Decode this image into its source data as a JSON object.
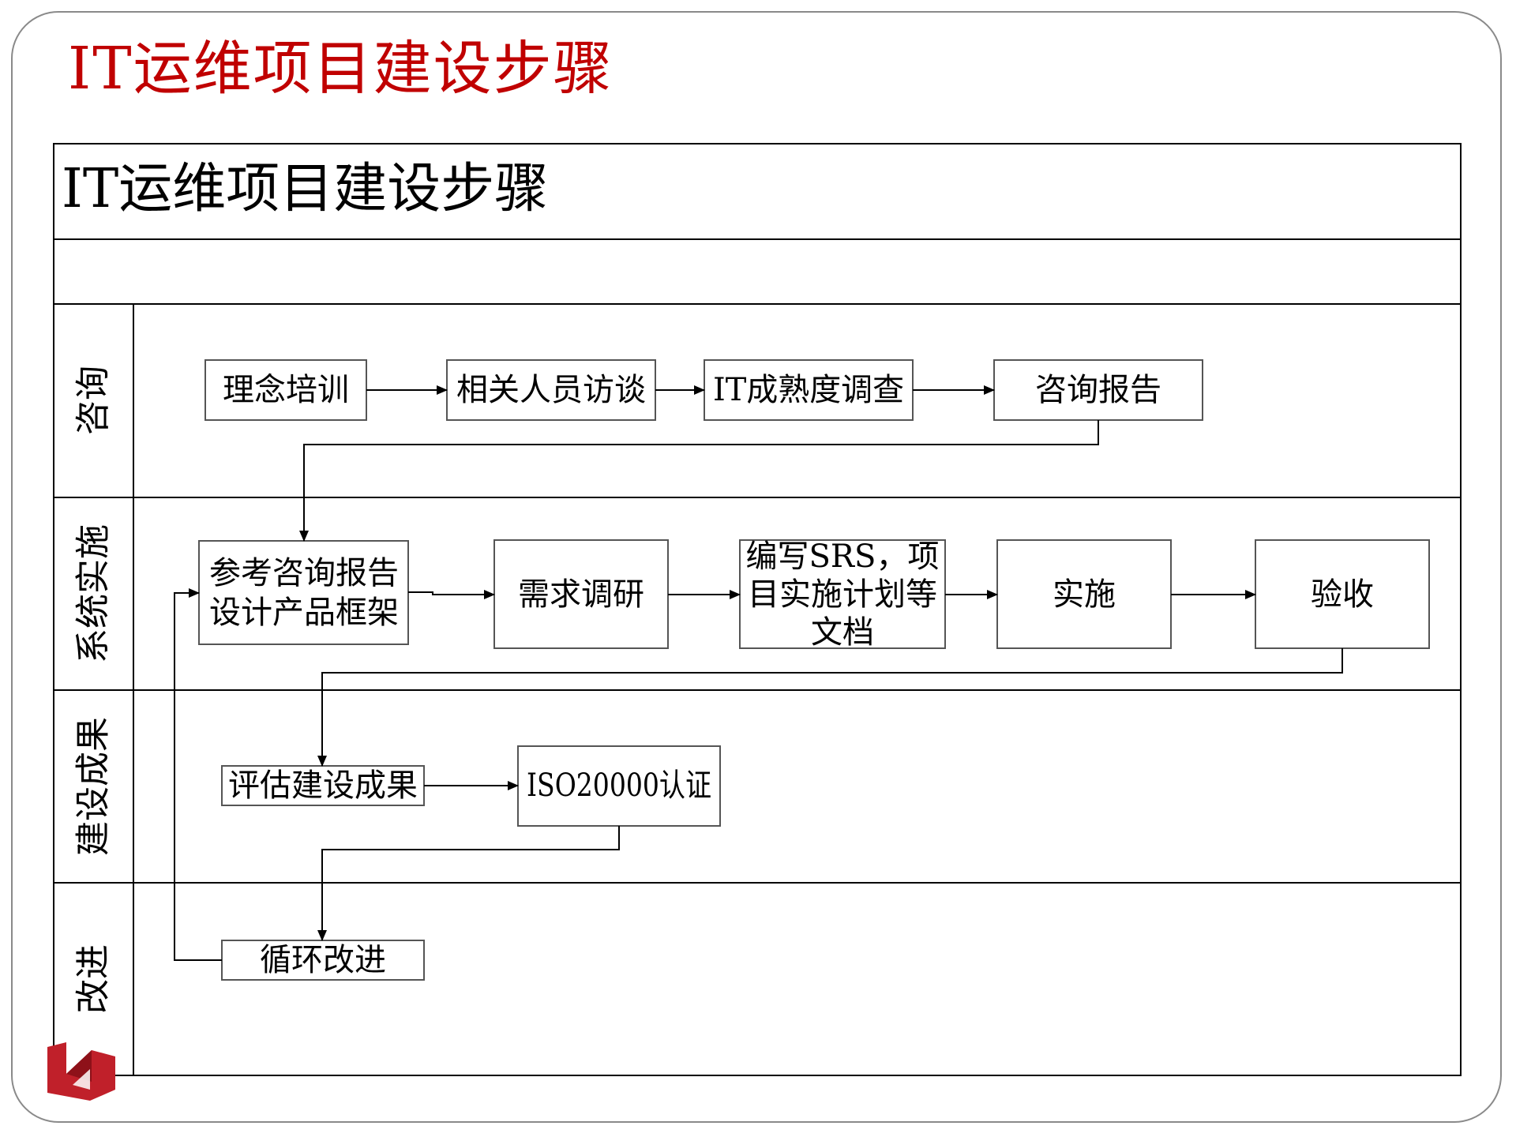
{
  "slide_title": "IT运维项目建设步骤",
  "diagram": {
    "title": "IT运维项目建设步骤",
    "lanes": {
      "consult": "咨询",
      "system": "系统实施",
      "result": "建设成果",
      "improve": "改进"
    },
    "steps": {
      "training": "理念培训",
      "interview": "相关人员访谈",
      "maturity": "IT成熟度调查",
      "report": "咨询报告",
      "framework": [
        "参考咨询报告",
        "设计产品框架"
      ],
      "research": "需求调研",
      "srs": [
        "编写SRS，项",
        "目实施计划等",
        "文档"
      ],
      "implement": "实施",
      "acceptance": "验收",
      "evaluate": "评估建设成果",
      "iso": "ISO20000认证",
      "improve": "循环改进"
    }
  },
  "colors": {
    "title": "#c00000",
    "line": "#000000",
    "frame": "#8a8a8a",
    "logo": "#c0202a"
  }
}
